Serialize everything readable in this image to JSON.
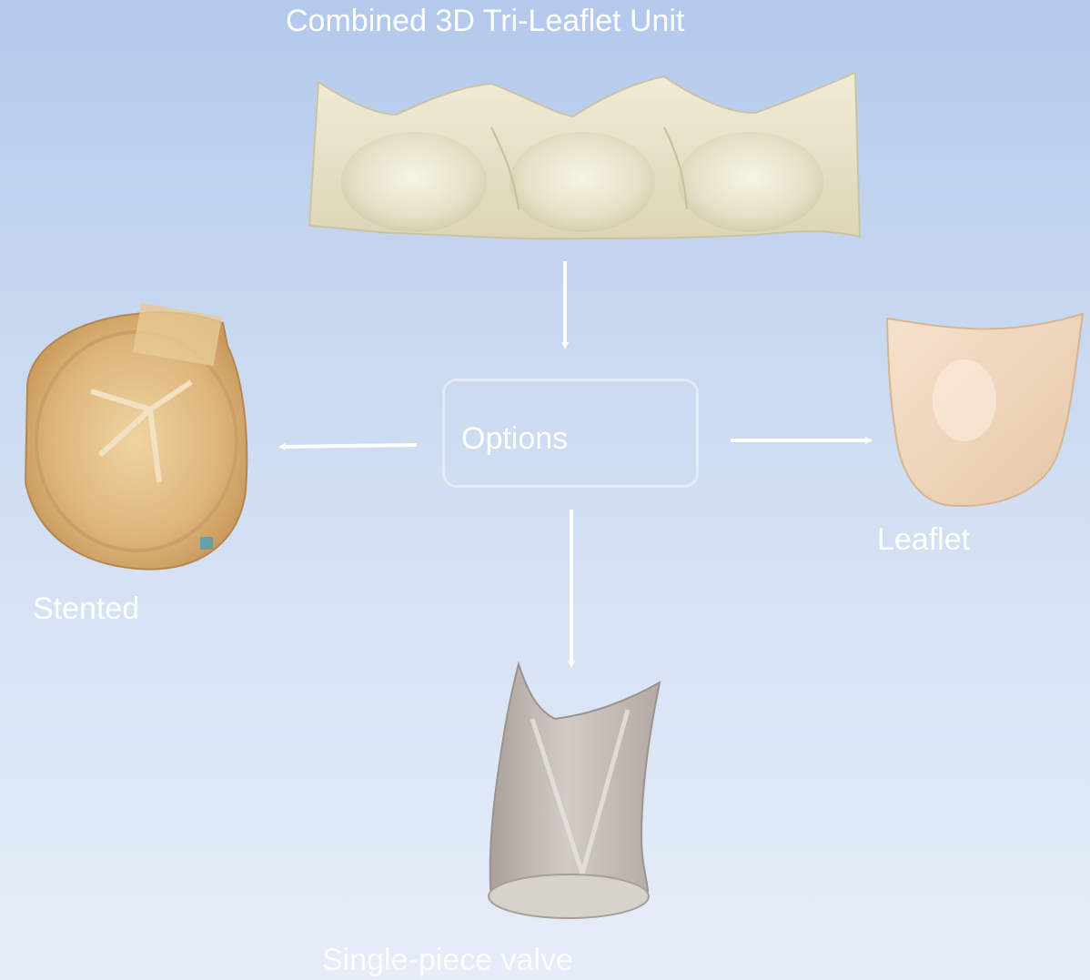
{
  "diagram": {
    "title": "Combined 3D Tri-Leaflet Unit",
    "center_node": "Options",
    "outputs": {
      "left": "Stented",
      "right": "Leaflet",
      "bottom": "Single-piece valve"
    }
  },
  "colors": {
    "background_top": "#b3c9ec",
    "background_bottom": "#e6edf8",
    "text": "#ffffff",
    "arrow": "#ffffff",
    "tri_leaflet_unit": "#e9e4c9",
    "stented_valve": "#e0bd85",
    "leaflet": "#f1d8c0",
    "single_piece_valve": "#bfb7b1"
  }
}
